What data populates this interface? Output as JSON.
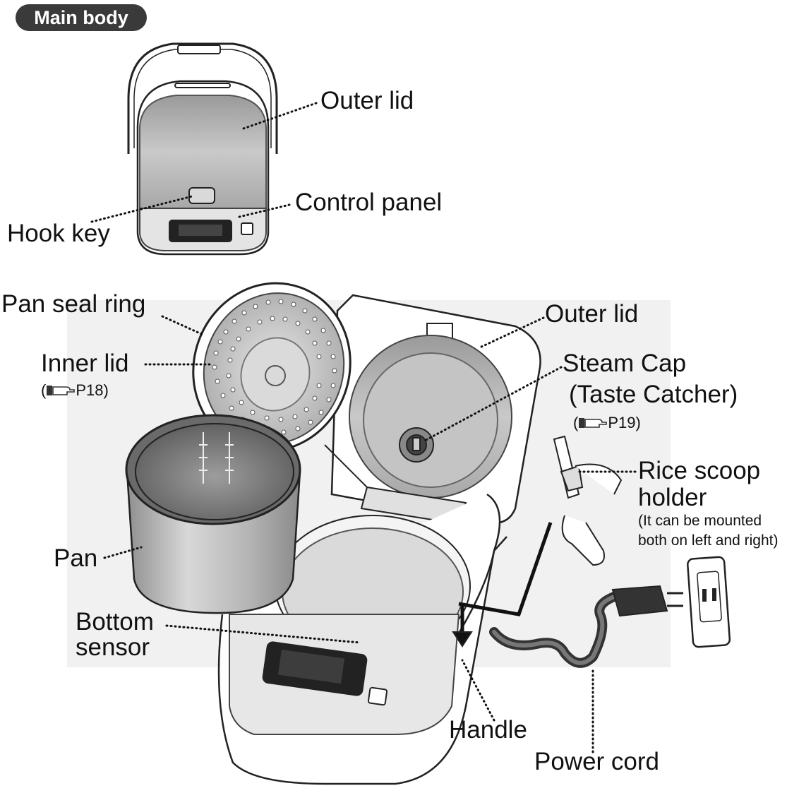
{
  "section_title": "Main body",
  "labels": {
    "outer_lid_top": "Outer lid",
    "control_panel": "Control panel",
    "hook_key": "Hook key",
    "pan_seal_ring": "Pan seal ring",
    "inner_lid": "Inner lid",
    "inner_lid_ref": "P18",
    "outer_lid_open": "Outer lid",
    "steam_cap_line1": "Steam Cap",
    "steam_cap_line2": "(Taste Catcher)",
    "steam_cap_ref": "P19",
    "rice_scoop_holder_line1": "Rice scoop",
    "rice_scoop_holder_line2": "holder",
    "rice_scoop_note_line1": "(It can be mounted",
    "rice_scoop_note_line2": "both on left and right)",
    "pan": "Pan",
    "bottom_sensor_line1": "Bottom",
    "bottom_sensor_line2": "sensor",
    "handle": "Handle",
    "power_cord": "Power cord"
  },
  "colors": {
    "badge_bg": "#3a3a3a",
    "background_panel": "#f1f1f1",
    "lid_grey": "#b8b8b8",
    "line": "#222222"
  },
  "icons": [
    "hand-pointer-icon"
  ]
}
